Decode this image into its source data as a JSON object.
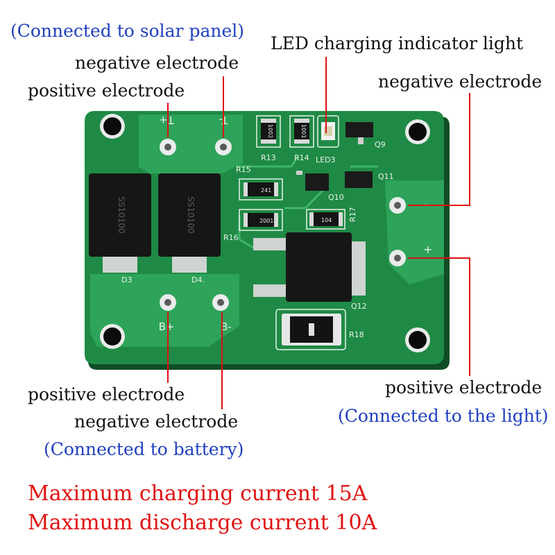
{
  "labels": {
    "solar_note": "(Connected to solar panel)",
    "solar_negative": "negative electrode",
    "solar_positive": "positive electrode",
    "led_indicator": "LED charging indicator light",
    "light_negative": "negative electrode",
    "light_positive": "positive electrode",
    "light_note": "(Connected to the light)",
    "battery_positive": "positive electrode",
    "battery_negative": "negative electrode",
    "battery_note": "(Connected to battery)"
  },
  "specs": {
    "max_charge": "Maximum charging current 15A",
    "max_discharge": "Maximum discharge current 10A"
  },
  "silkscreen": {
    "t_plus": "T+",
    "t_minus": "T-",
    "b_plus": "B+",
    "b_minus": "B-",
    "l_plus": "+",
    "l_minus": "-",
    "r13": "R13",
    "r14": "R14",
    "led3": "LED3",
    "q9": "Q9",
    "r15": "R15",
    "q11": "Q11",
    "q10": "Q10",
    "r17": "R17",
    "r16": "R16",
    "d3": "D3",
    "d4": "D4.",
    "q12": "Q12",
    "r18": "R18",
    "code_241": "241",
    "code_2001": "2001",
    "code_104": "104",
    "code_1002": "1002",
    "code_1001": "1001",
    "diode_marking": "SS10100"
  },
  "colors": {
    "pcb": "#1f8a45",
    "annotation_line": "#e01010",
    "note_blue": "#1f3fbf",
    "spec_red": "#e01010"
  }
}
